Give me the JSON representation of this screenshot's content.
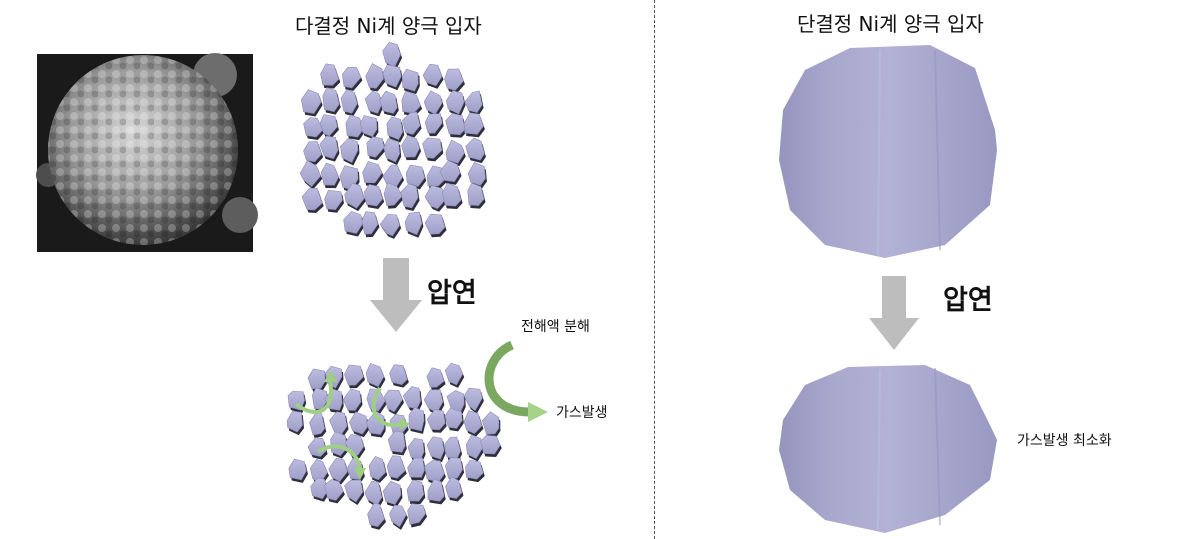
{
  "left": {
    "title": "다결정 Ni계 양극 입자",
    "press_label": "압연",
    "annot_electrolyte": "전해액 분해",
    "annot_gas": "가스발생"
  },
  "right": {
    "title": "단결정 Ni계 양극 입자",
    "press_label": "압연",
    "annot_gas_min": "가스발생 최소화"
  },
  "colors": {
    "grain": "#a9a8cd",
    "grain_dark": "#3a3a4a",
    "arrow_gray": "#bdbdbd",
    "gas_arrow": "#8fbf70",
    "gas_arrow_dark": "#6a9a4e",
    "sem_bg": "#1a1a1a"
  }
}
